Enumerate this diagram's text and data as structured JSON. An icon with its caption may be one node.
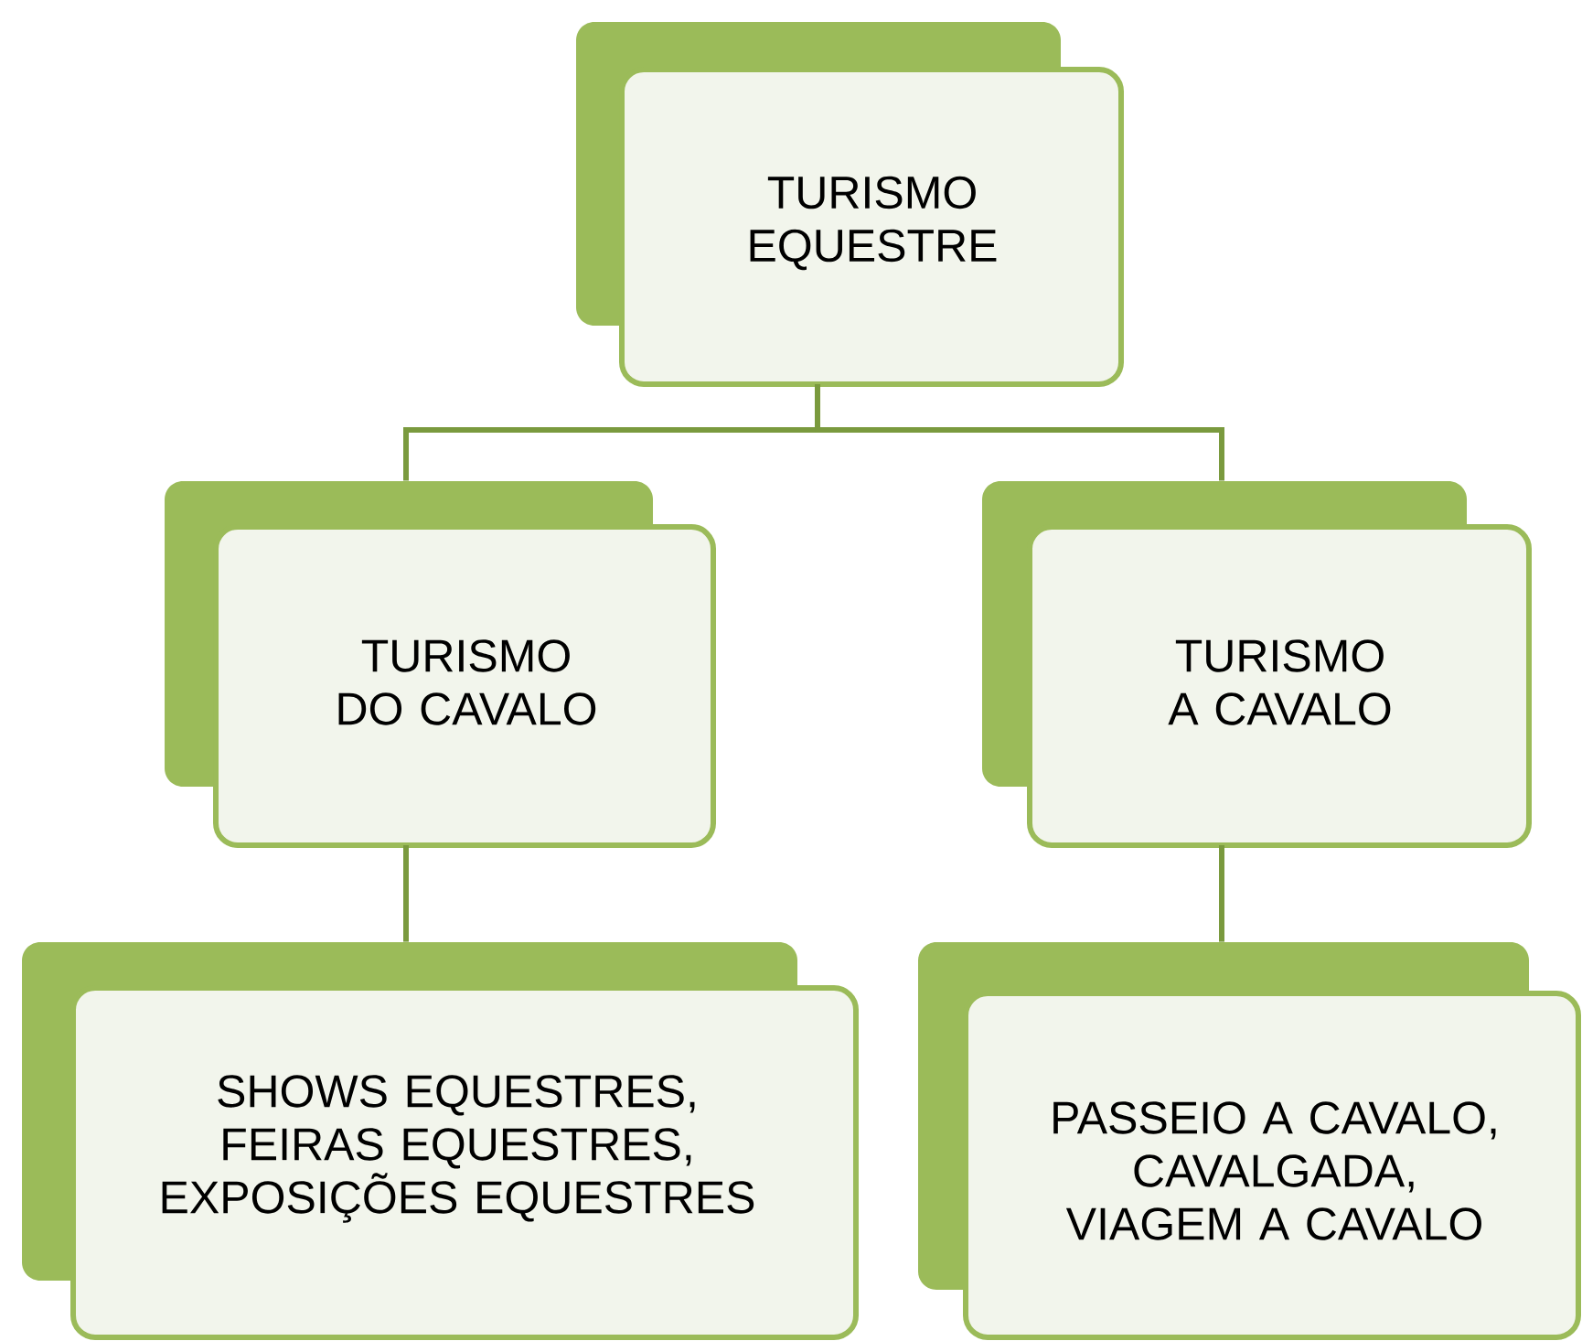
{
  "diagram": {
    "nodes": [
      {
        "text": [
          "TURISMO EQUESTRE"
        ]
      },
      {
        "text": [
          "TURISMO DO CAVALO"
        ]
      },
      {
        "text": [
          "TURISMO A CAVALO"
        ]
      },
      {
        "text": [
          "SHOWS EQUESTRES, FEIRAS EQUESTRES, EXPOSIÇÕES EQUESTRES"
        ]
      },
      {
        "text": [
          "PASSEIO A CAVALO, CAVALGADA, VIAGEM A CAVALO"
        ]
      }
    ],
    "edges": [
      {
        "from": 0,
        "to": 1,
        "arrow": "none"
      },
      {
        "from": 0,
        "to": 2,
        "arrow": "none"
      },
      {
        "from": 1,
        "to": 3,
        "arrow": "none"
      },
      {
        "from": 2,
        "to": 4,
        "arrow": "none"
      }
    ]
  }
}
